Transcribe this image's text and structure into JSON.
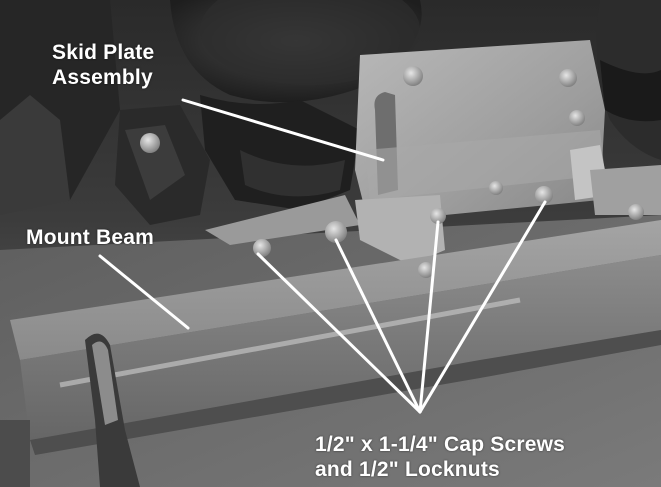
{
  "image": {
    "kind": "annotated equipment photograph (grayscale)",
    "callout_color": "#ffffff"
  },
  "labels": {
    "skid_plate_line1": "Skid Plate",
    "skid_plate_line2": "Assembly",
    "mount_beam": "Mount Beam",
    "cap_screws_line1": "1/2\" x 1-1/4\" Cap Screws",
    "cap_screws_line2": "and 1/2\" Locknuts"
  }
}
